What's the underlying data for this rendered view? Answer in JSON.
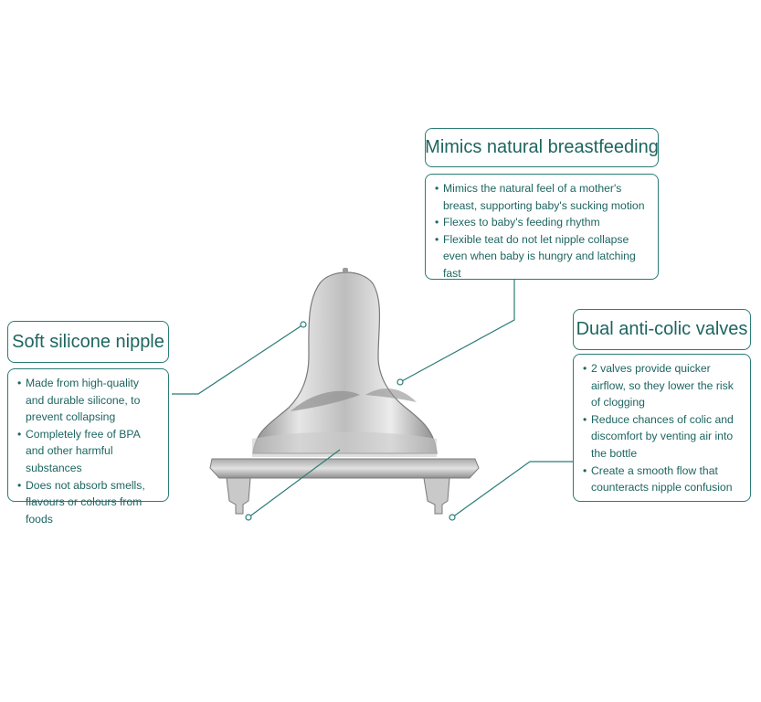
{
  "colors": {
    "accent": "#2a7c76",
    "text": "#1d6560",
    "nipple": "#cfcfcf"
  },
  "callouts": {
    "mimics": {
      "title": "Mimics natural breastfeeding",
      "points": [
        "Mimics the natural feel of a mother's breast, supporting baby's sucking motion",
        "Flexes to baby's feeding rhythm",
        "Flexible teat do not let nipple collapse even when baby is hungry and latching fast"
      ]
    },
    "silicone": {
      "title": "Soft silicone nipple",
      "points": [
        "Made from high-quality and durable silicone, to prevent collapsing",
        "Completely free of BPA and other harmful substances",
        "Does not absorb smells, flavours or colours from foods"
      ]
    },
    "valves": {
      "title": "Dual anti-colic valves",
      "points": [
        "2 valves provide quicker airflow, so they lower the risk of clogging",
        "Reduce chances of colic and discomfort by venting air into the bottle",
        "Create a smooth flow that counteracts nipple confusion"
      ]
    }
  }
}
